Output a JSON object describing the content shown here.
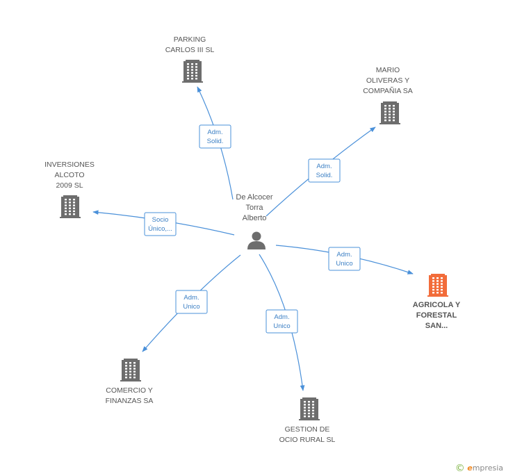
{
  "colors": {
    "edge": "#4a90d9",
    "company": "#6d6d6d",
    "highlight": "#f26c3a",
    "person": "#6d6d6d"
  },
  "center": {
    "lines": [
      "De Alcocer",
      "Torra",
      "Alberto"
    ],
    "icon": "person-icon"
  },
  "nodes": [
    {
      "id": "parking",
      "lines": [
        "PARKING",
        "CARLOS III SL"
      ],
      "icon": "building-icon"
    },
    {
      "id": "mario",
      "lines": [
        "MARIO",
        "OLIVERAS Y",
        "COMPAÑIA SA"
      ],
      "icon": "building-icon"
    },
    {
      "id": "inversiones",
      "lines": [
        "INVERSIONES",
        "ALCOTO",
        "2009 SL"
      ],
      "icon": "building-icon"
    },
    {
      "id": "agricola",
      "lines": [
        "AGRICOLA Y",
        "FORESTAL",
        "SAN..."
      ],
      "icon": "building-icon",
      "highlight": true
    },
    {
      "id": "comercio",
      "lines": [
        "COMERCIO Y",
        "FINANZAS SA"
      ],
      "icon": "building-icon"
    },
    {
      "id": "gestion",
      "lines": [
        "GESTION DE",
        "OCIO RURAL SL"
      ],
      "icon": "building-icon"
    }
  ],
  "edges": [
    {
      "to": "parking",
      "lines": [
        "Adm.",
        "Solid."
      ]
    },
    {
      "to": "mario",
      "lines": [
        "Adm.",
        "Solid."
      ]
    },
    {
      "to": "inversiones",
      "lines": [
        "Socio",
        "Único,..."
      ]
    },
    {
      "to": "agricola",
      "lines": [
        "Adm.",
        "Unico"
      ]
    },
    {
      "to": "comercio",
      "lines": [
        "Adm.",
        "Unico"
      ]
    },
    {
      "to": "gestion",
      "lines": [
        "Adm.",
        "Unico"
      ]
    }
  ],
  "brand": {
    "copyright": "©",
    "e": "e",
    "rest": "mpresia"
  }
}
